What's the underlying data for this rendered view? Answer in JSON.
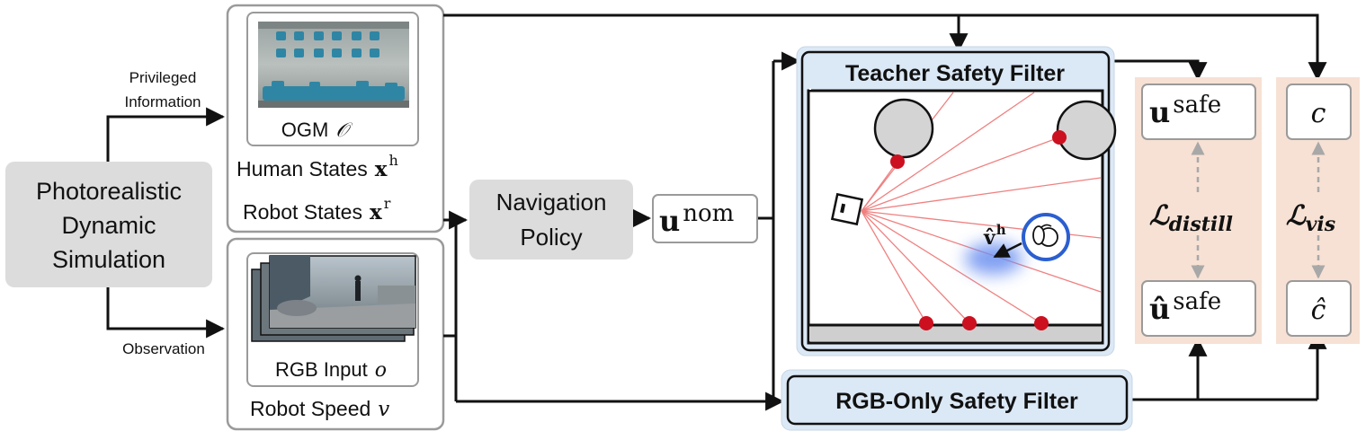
{
  "colors": {
    "gray_box": "#dcdcdc",
    "box_border": "#9a9a9a",
    "teacher_fill": "#dbe8f5",
    "peach": "#f7e1d4",
    "ray": "#f08080",
    "dot": "#cc1020",
    "human_ring": "#2b5fd0",
    "blur": "#6a8ff0"
  },
  "simulation": {
    "line1": "Photorealistic",
    "line2": "Dynamic",
    "line3": "Simulation"
  },
  "arrows": {
    "privileged_line1": "Privileged",
    "privileged_line2": "Information",
    "observation": "Observation"
  },
  "privileged_box": {
    "ogm_label": "OGM",
    "ogm_symbol": "𝒪",
    "human_states": "Human States",
    "human_sym": "x",
    "human_sup": "h",
    "robot_states": "Robot States",
    "robot_sym": "x",
    "robot_sup": "r"
  },
  "observation_box": {
    "rgb_label": "RGB Input",
    "rgb_symbol": "o",
    "speed_label": "Robot Speed",
    "speed_symbol": "v"
  },
  "navigation": {
    "line1": "Navigation",
    "line2": "Policy"
  },
  "u_nom": {
    "base": "u",
    "sup": "nom"
  },
  "teacher": {
    "title": "Teacher Safety Filter",
    "v_hat": "v̂",
    "v_sup": "h"
  },
  "rgb_filter": {
    "title": "RGB-Only Safety Filter"
  },
  "distill": {
    "u_base": "u",
    "u_sup": "safe",
    "uhat_base": "û",
    "uhat_sup": "safe",
    "loss_base": "ℒ",
    "loss_sub": "distill"
  },
  "vis": {
    "c": "c",
    "c_hat": "ĉ",
    "loss_base": "ℒ",
    "loss_sub": "vis"
  }
}
